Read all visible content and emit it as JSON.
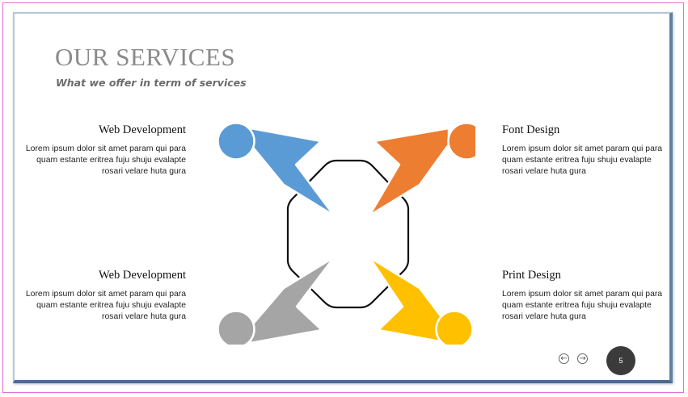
{
  "slide": {
    "title": "OUR SERVICES",
    "subtitle": "What we offer in term of services"
  },
  "services": [
    {
      "title": "Web Development",
      "description": "Lorem ipsum dolor sit amet param qui para quam estante eritrea fuju shuju evalapte rosari velare huta gura"
    },
    {
      "title": "Font Design",
      "description": "Lorem ipsum dolor sit amet param qui para quam estante eritrea fuju shuju evalapte rosari velare huta gura"
    },
    {
      "title": "Web Development",
      "description": "Lorem ipsum dolor sit amet param qui para quam estante eritrea fuju shuju evalapte rosari velare huta gura"
    },
    {
      "title": "Print Design",
      "description": "Lorem ipsum dolor sit amet param qui para quam estante eritrea fuju shuju evalapte rosari velare huta gura"
    }
  ],
  "figures": {
    "colors": {
      "top_left": "#5b9bd5",
      "top_right": "#ed7d31",
      "bottom_left": "#a5a5a5",
      "bottom_right": "#ffc000",
      "hexagon_stroke": "#111111"
    }
  },
  "navigation": {
    "prev_icon": "arrow-left-circle-icon",
    "next_icon": "arrow-right-circle-icon",
    "prev_glyph": "←",
    "next_glyph": "→",
    "page_number": "5"
  }
}
